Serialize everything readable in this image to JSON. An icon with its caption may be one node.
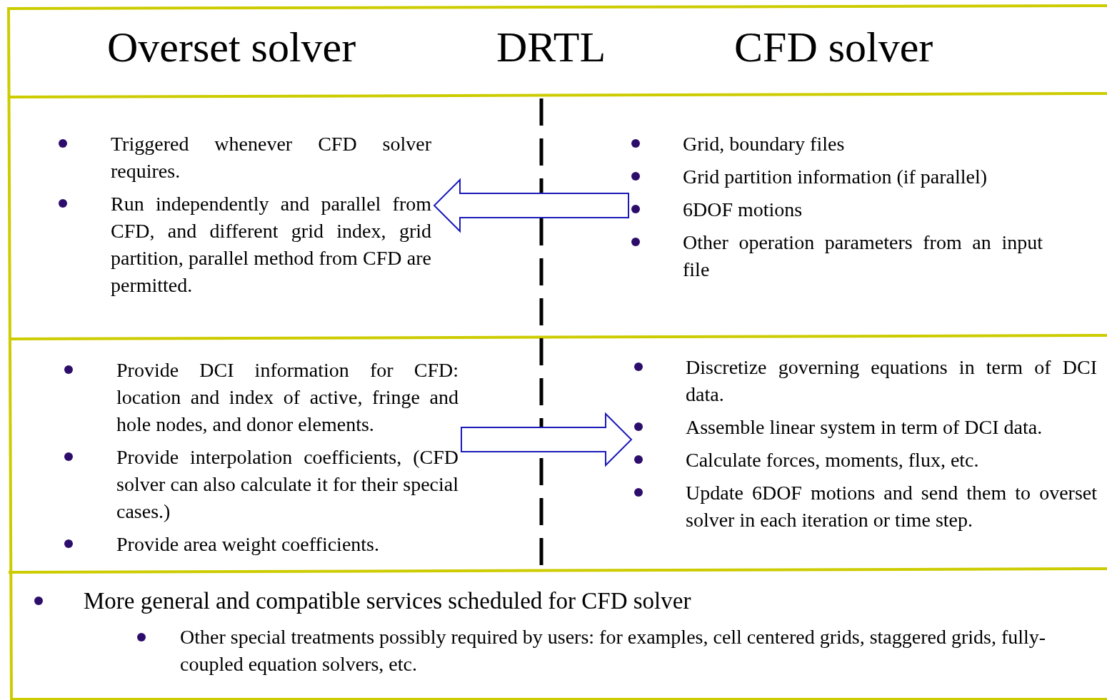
{
  "diagram": {
    "nodes": [
      {
        "text": [
          "Triggered whenever CFD solver requires.",
          "Run independently and parallel from CFD, and different grid index, grid partition, parallel method from CFD are permitted."
        ]
      },
      {
        "text": [
          "Grid, boundary files",
          "Grid partition information (if parallel)",
          "6DOF motions",
          "Other operation parameters from an input file"
        ]
      },
      {
        "text": [
          "Provide DCI information for CFD: location and index of active, fringe and hole nodes, and donor elements.",
          "Provide interpolation coefficients, (CFD solver can also calculate it for their special cases.)",
          "Provide area weight coefficients."
        ]
      },
      {
        "text": [
          "Discretize governing equations in term of DCI data.",
          "Assemble linear system in term of DCI data.",
          "Calculate forces, moments, flux, etc.",
          "Update 6DOF motions and send them to overset solver in each iteration or time step."
        ]
      }
    ],
    "edges": [
      {
        "from": 1,
        "to": 0,
        "arrow": "to"
      },
      {
        "from": 2,
        "to": 3,
        "arrow": "to"
      }
    ],
    "labels": [
      "Overset solver",
      "DRTL",
      "CFD solver",
      "More general and compatible services scheduled for CFD solver",
      "Other special treatments possibly required by users: for examples, cell centered grids, staggered grids, fully-coupled equation solvers, etc."
    ]
  }
}
